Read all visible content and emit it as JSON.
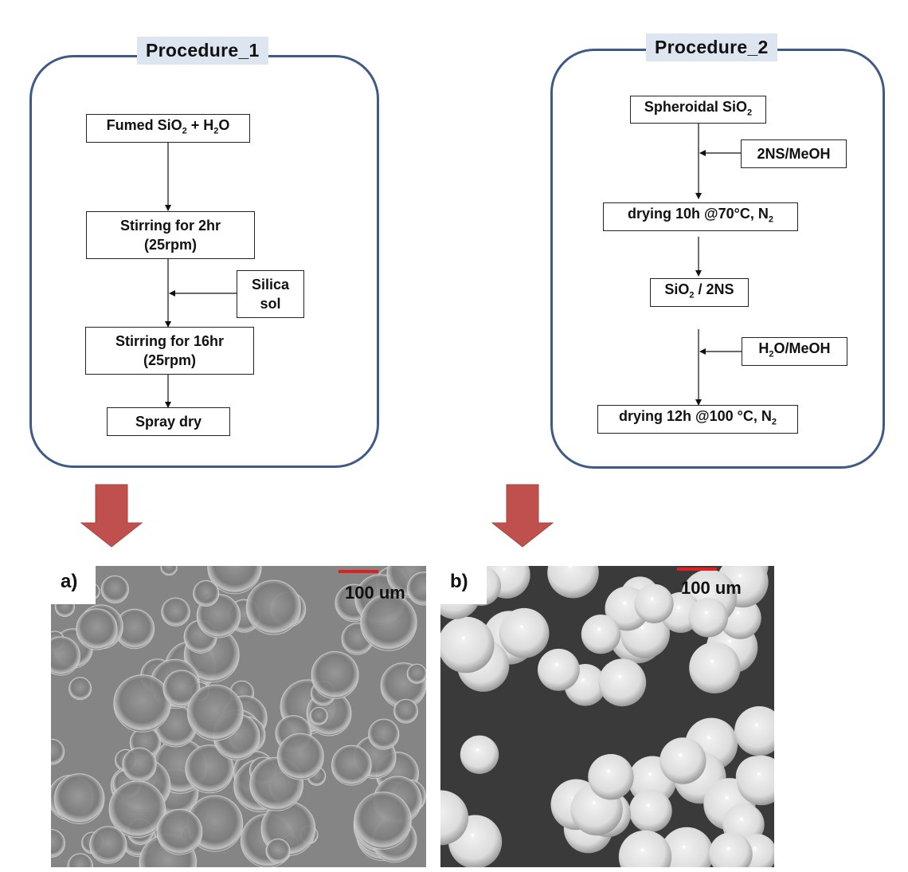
{
  "procedure_1": {
    "title": "Procedure_1",
    "steps": {
      "fumed": {
        "pre": "Fumed SiO",
        "sub1": "2",
        "mid": " + H",
        "sub2": "2",
        "post": "O"
      },
      "stir1": {
        "line1": "Stirring for 2hr",
        "line2": "(25rpm)"
      },
      "silica": {
        "line1": "Silica",
        "line2": "sol"
      },
      "stir2": {
        "line1": "Stirring for 16hr",
        "line2": "(25rpm)"
      },
      "spray": "Spray dry"
    }
  },
  "procedure_2": {
    "title": "Procedure_2",
    "steps": {
      "spheroidal": {
        "pre": "Spheroidal SiO",
        "sub": "2"
      },
      "twons": "2NS/MeOH",
      "dry1": {
        "pre": "drying 10h @70°C, N",
        "sub": "2"
      },
      "sio2_2ns": {
        "pre": "SiO",
        "sub": "2",
        "post": " / 2NS"
      },
      "h2o_meoh": {
        "pre": "H",
        "sub": "2",
        "post": "O/MeOH"
      },
      "dry2": {
        "pre": "drying 12h @100 °C, N",
        "sub": "2"
      }
    }
  },
  "images": {
    "a": {
      "label": "a)",
      "scale": "100 um"
    },
    "b": {
      "label": "b)",
      "scale": "100 um"
    }
  },
  "colors": {
    "panel_border": "#3f5a86",
    "title_bg": "#dde5f0",
    "big_arrow": "#c0504d",
    "scale_bar": "#e02020"
  }
}
